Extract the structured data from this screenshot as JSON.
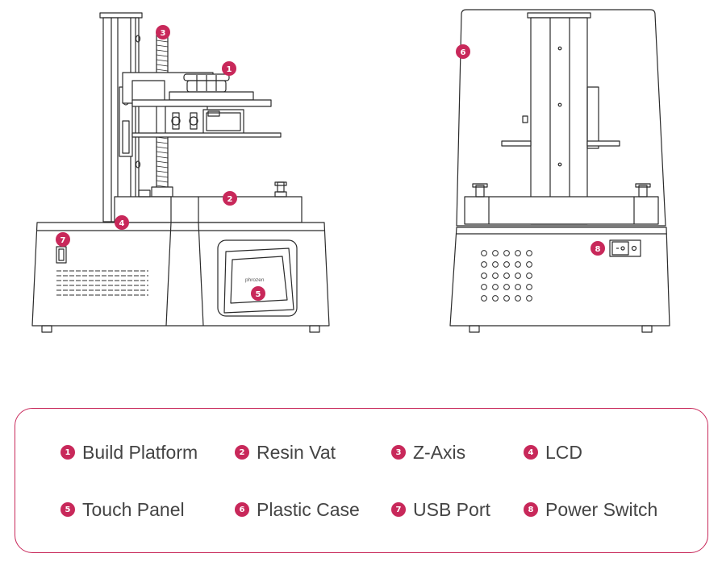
{
  "accent_color": "#c8285a",
  "line_color": "#2b2b2b",
  "screen": {
    "brand": "phrozen"
  },
  "callouts": {
    "front": [
      "1",
      "2",
      "3",
      "4",
      "5",
      "7"
    ],
    "back": [
      "6",
      "8"
    ]
  },
  "legend": {
    "items": [
      {
        "number": "1",
        "label": "Build Platform"
      },
      {
        "number": "2",
        "label": "Resin Vat"
      },
      {
        "number": "3",
        "label": "Z-Axis"
      },
      {
        "number": "4",
        "label": "LCD"
      },
      {
        "number": "5",
        "label": "Touch Panel"
      },
      {
        "number": "6",
        "label": "Plastic Case"
      },
      {
        "number": "7",
        "label": "USB Port"
      },
      {
        "number": "8",
        "label": "Power Switch"
      }
    ]
  }
}
